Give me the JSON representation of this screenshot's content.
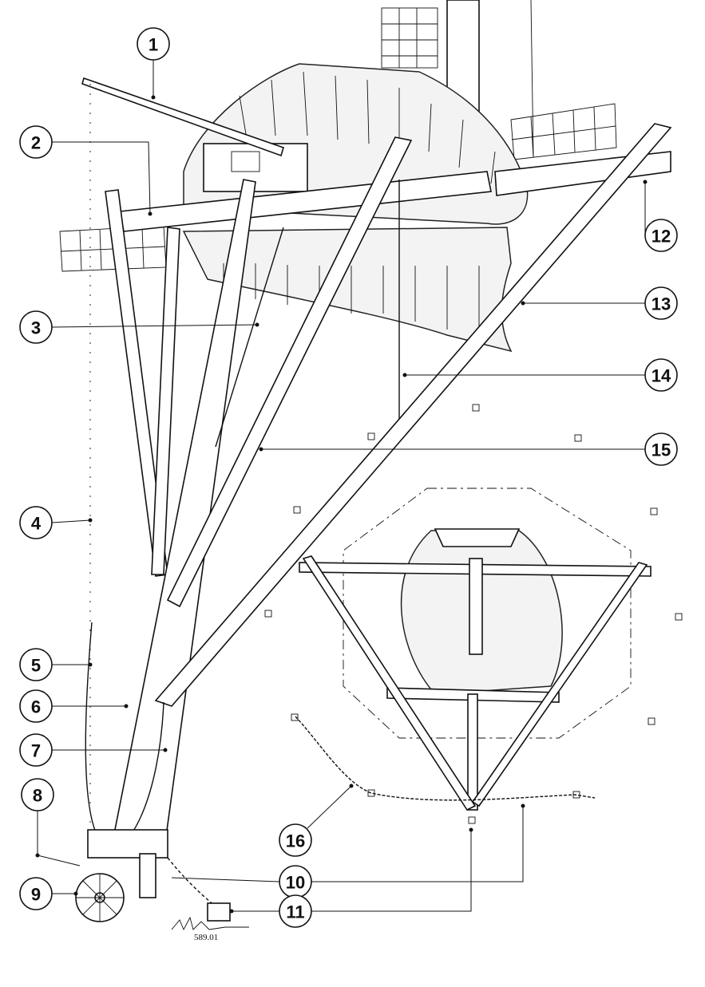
{
  "diagram": {
    "callouts": [
      "1",
      "2",
      "3",
      "4",
      "5",
      "6",
      "7",
      "8",
      "9",
      "10",
      "11",
      "12",
      "13",
      "14",
      "15",
      "16"
    ],
    "signature": "589.01"
  }
}
